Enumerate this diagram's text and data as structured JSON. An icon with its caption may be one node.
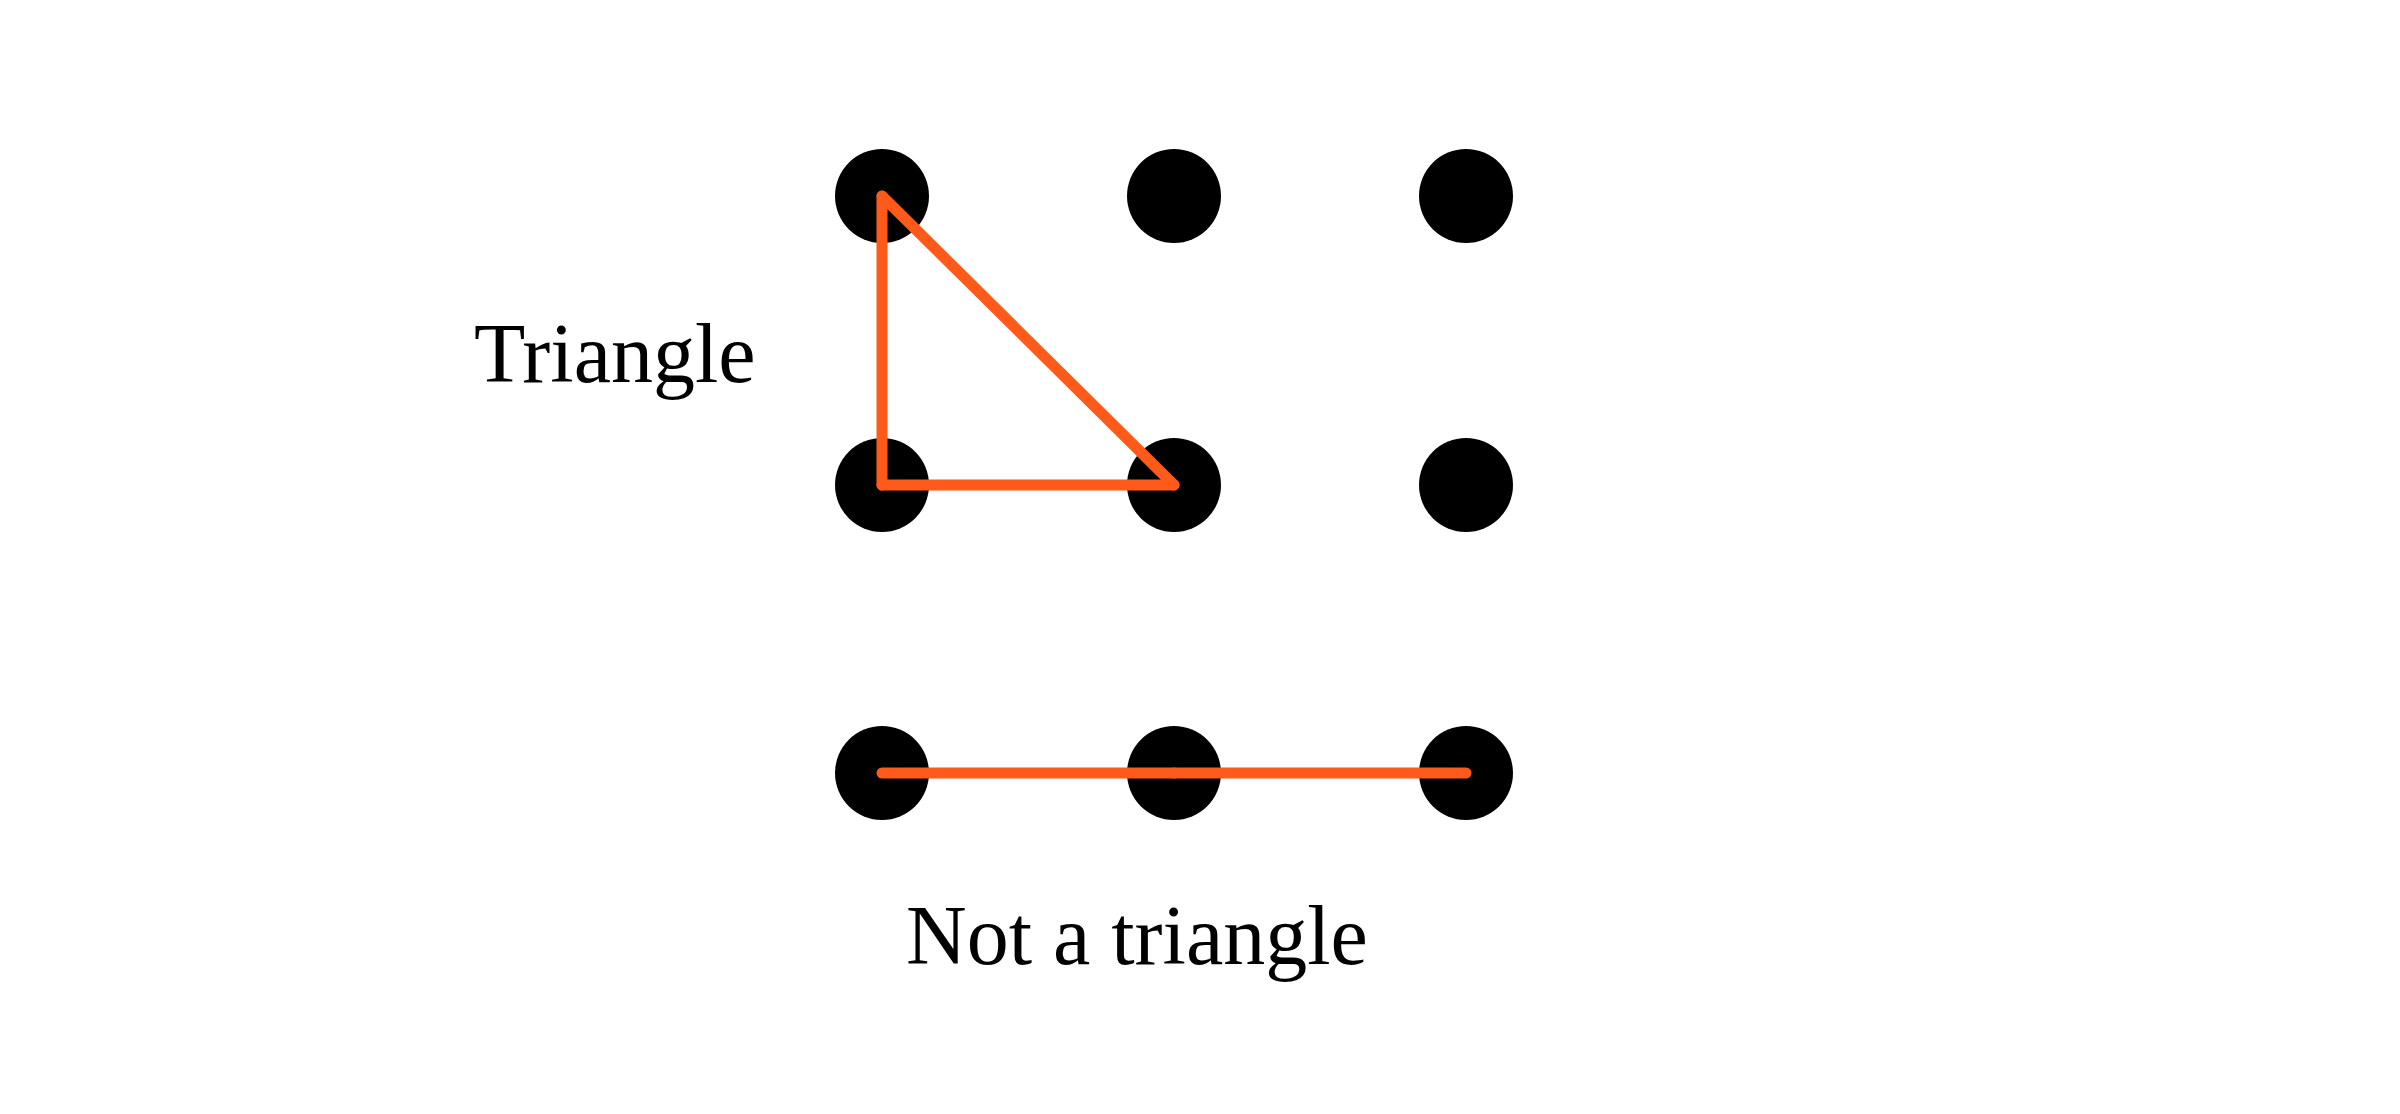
{
  "diagram": {
    "nodes": [
      {
        "text": [],
        "shape": "circle"
      },
      {
        "text": [],
        "shape": "circle"
      },
      {
        "text": [],
        "shape": "circle"
      },
      {
        "text": [],
        "shape": "circle"
      },
      {
        "text": [],
        "shape": "circle"
      },
      {
        "text": [],
        "shape": "circle"
      },
      {
        "text": [],
        "shape": "circle"
      },
      {
        "text": [],
        "shape": "circle"
      },
      {
        "text": [],
        "shape": "circle"
      }
    ],
    "edges": [
      {
        "from": 0,
        "to": 3,
        "arrow": "none"
      },
      {
        "from": 3,
        "to": 4,
        "arrow": "none"
      },
      {
        "from": 4,
        "to": 0,
        "arrow": "none"
      },
      {
        "from": 6,
        "to": 7,
        "arrow": "none"
      },
      {
        "from": 7,
        "to": 8,
        "arrow": "none"
      }
    ],
    "labels": [
      "Triangle",
      "Not a triangle"
    ]
  }
}
